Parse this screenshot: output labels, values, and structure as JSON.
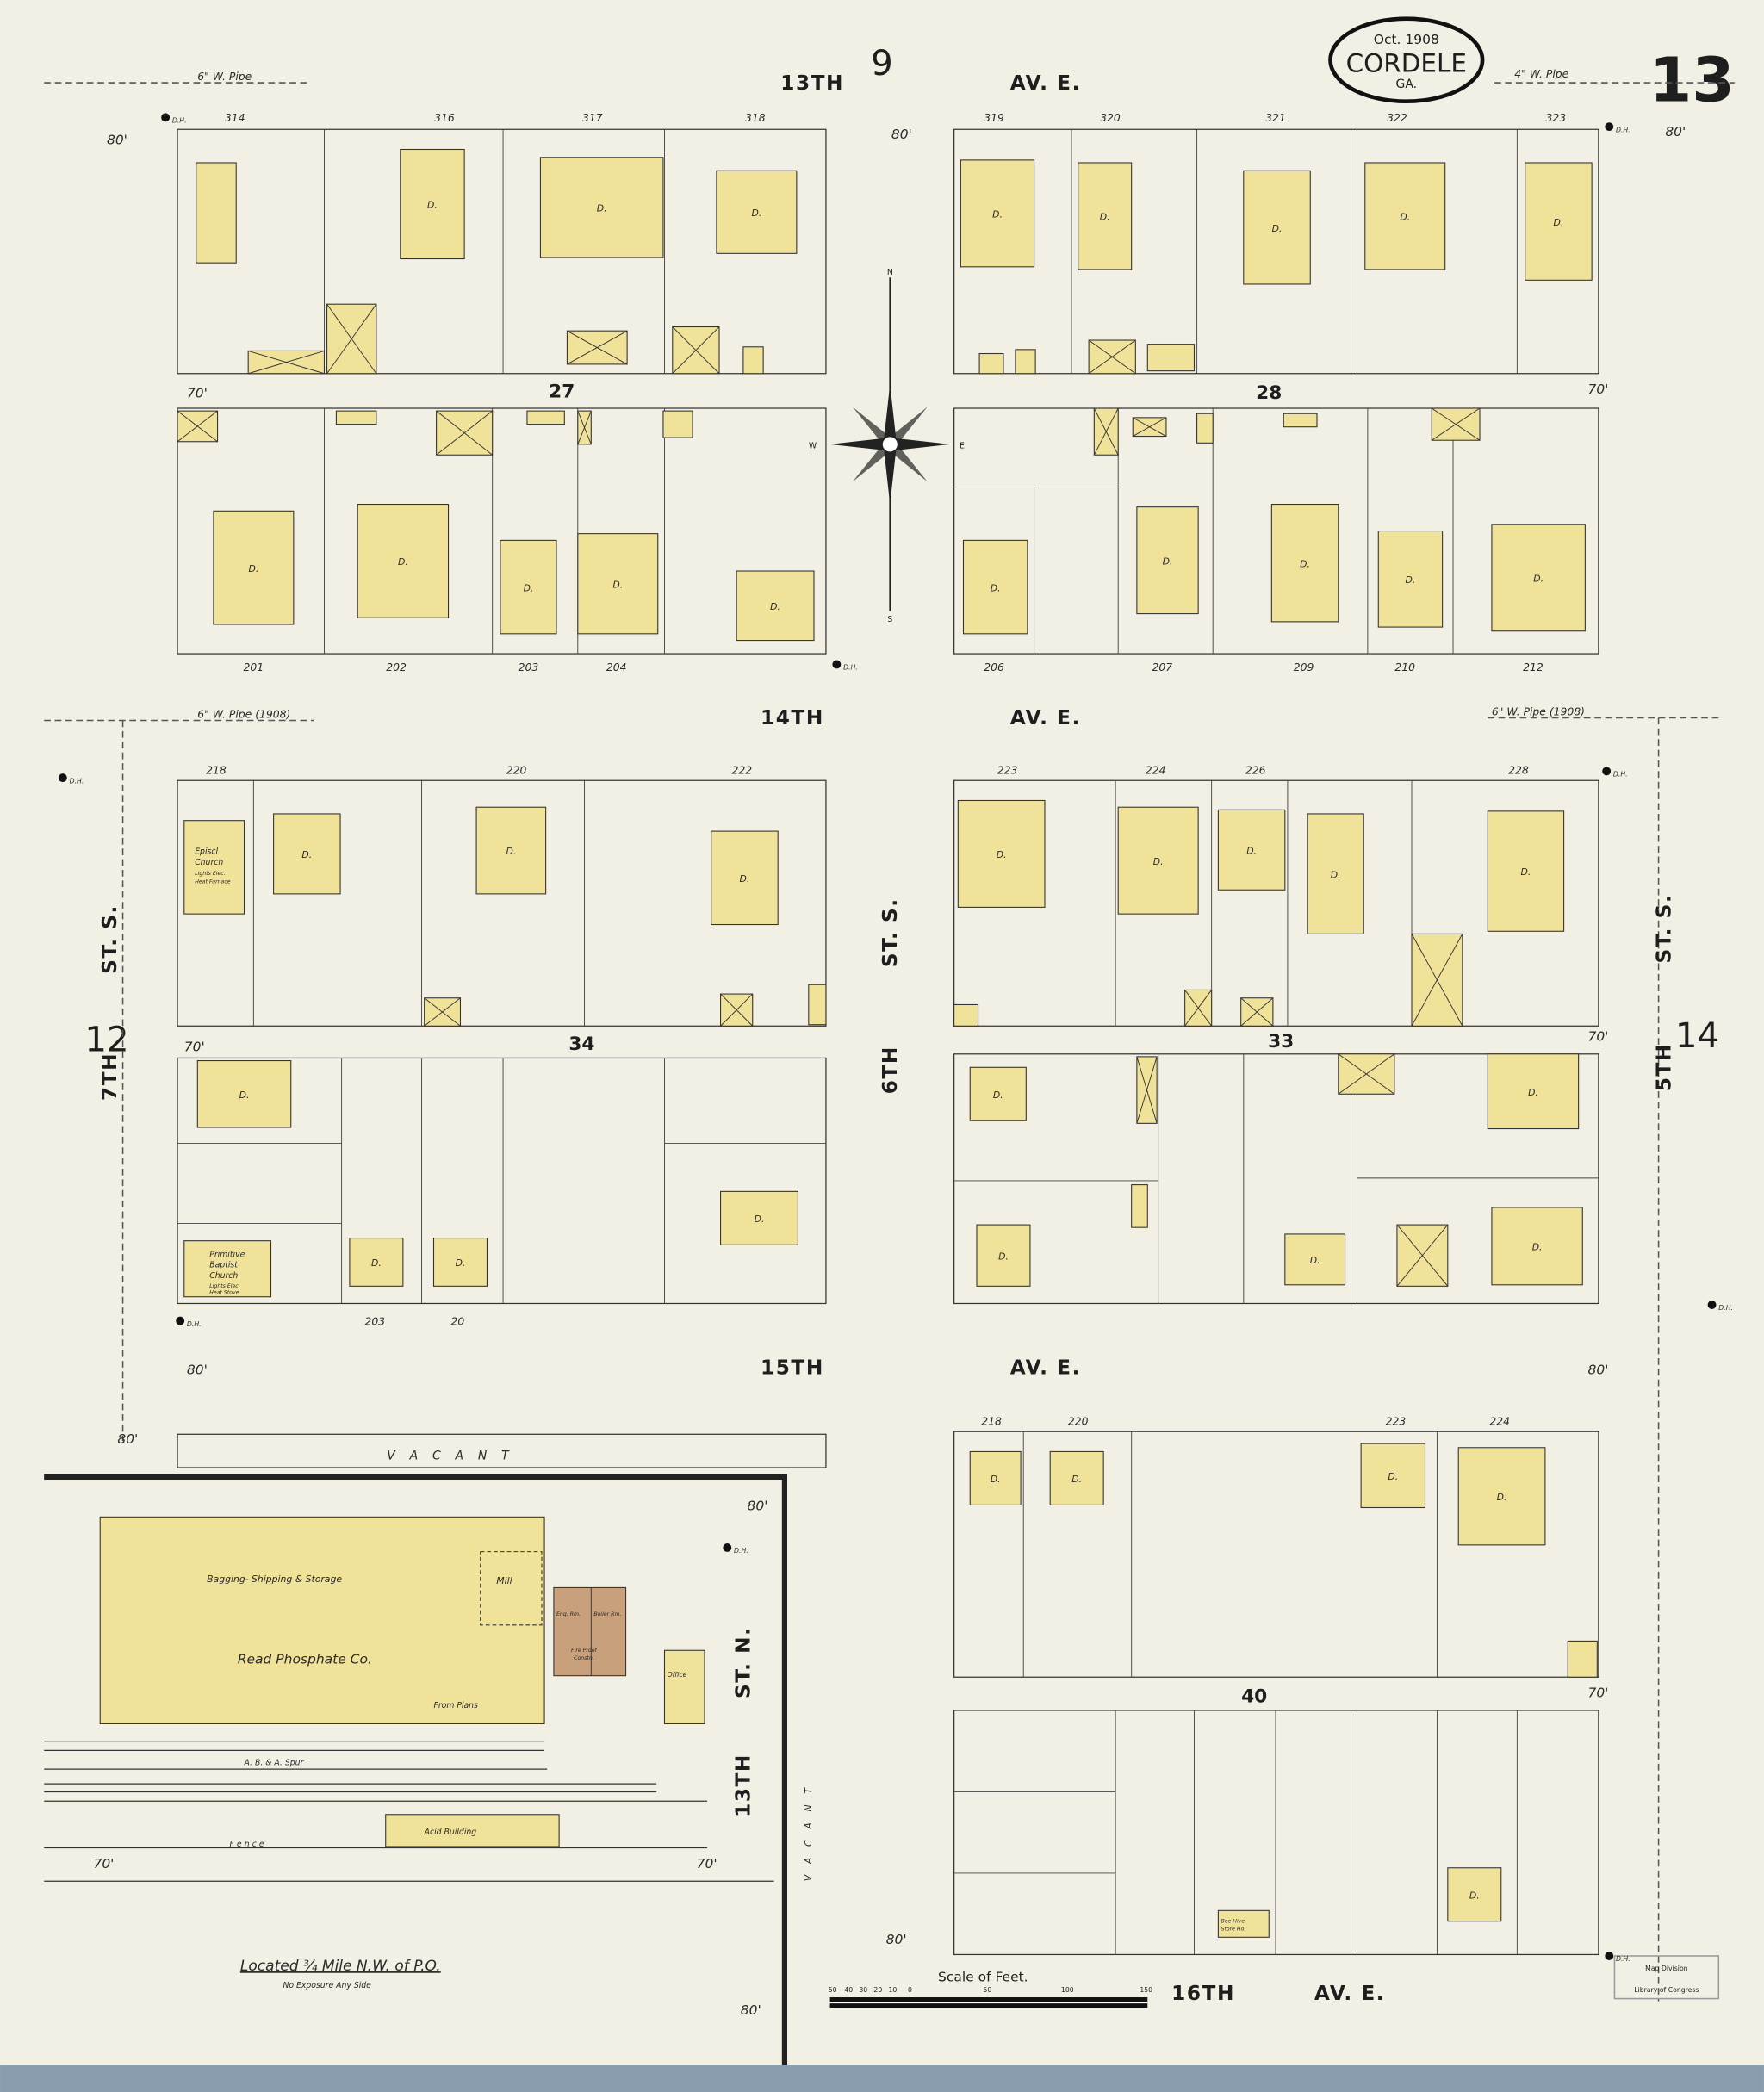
{
  "title": {
    "date": "Oct. 1908",
    "city": "CORDELE",
    "state": "GA."
  },
  "sheet_number": "13",
  "adjacent_sheets": {
    "north": "9",
    "west": "12",
    "east": "14"
  },
  "streets": {
    "av13": {
      "num": "13TH",
      "name": "AV. E."
    },
    "av14": {
      "num": "14TH",
      "name": "AV. E."
    },
    "av15": {
      "num": "15TH",
      "name": "AV. E."
    },
    "av16": {
      "num": "16TH",
      "name": "AV. E."
    },
    "st7": {
      "num": "7TH",
      "name": "ST. S."
    },
    "st6": {
      "num": "6TH",
      "name": "ST. S."
    },
    "st5": {
      "num": "5TH",
      "name": "ST. S."
    },
    "st13n": {
      "num": "13TH",
      "name": "ST. N."
    }
  },
  "blocks": [
    "27",
    "28",
    "34",
    "33",
    "40"
  ],
  "pipes": {
    "six_inch": "6\" W. Pipe",
    "six_inch_1908": "6\" W. Pipe (1908)",
    "four_inch": "4\" W. Pipe"
  },
  "widths": {
    "eighty": "80'",
    "seventy": "70'"
  },
  "fire_hydrant": "D.H.",
  "compass": {
    "n": "N",
    "s": "S",
    "e": "E",
    "w": "W"
  },
  "buildings": {
    "dwelling": "D.",
    "episcopal_church": [
      "Episcl",
      "Church",
      "Lights Elec.",
      "Heat Furnace"
    ],
    "baptist_church": [
      "Primitive",
      "Baptist",
      "Church",
      "Lights Elec.",
      "Heat Stove"
    ],
    "phosphate_co": "Read Phosphate Co.",
    "bagging": "Bagging- Shipping & Storage",
    "mill": "Mill",
    "from_plans": "From Plans",
    "eng_boiler": [
      "Eng. Rm.",
      "Boiler Rm.",
      "Fire Proof",
      "Constn."
    ],
    "office": "Office",
    "acid_building": "Acid Building",
    "bee_hive": [
      "Bee Hive",
      "Store Ho."
    ]
  },
  "vacant": "V A C A N T",
  "spur": "A. B. & A. Spur",
  "fence": "Fence",
  "location_note": "Located ¾ Mile N.W. of P.O.",
  "exposure_note": "No Exposure Any Side",
  "scale": {
    "title": "Scale of Feet.",
    "ticks": [
      "50",
      "40",
      "30",
      "20",
      "10",
      "0",
      "50",
      "100",
      "150"
    ]
  },
  "stamp": [
    "Map Division",
    "Library of Congress"
  ],
  "house_numbers": {
    "av13_north": [
      "314",
      "316",
      "317",
      "318",
      "319",
      "320",
      "321",
      "322",
      "323"
    ],
    "av14_south": [
      "201",
      "202",
      "203",
      "204",
      "206",
      "207",
      "209",
      "210",
      "212"
    ],
    "av14_north": [
      "218",
      "220",
      "222",
      "223",
      "224",
      "226",
      "228"
    ],
    "av15_south": [
      "203",
      "20"
    ],
    "av15_north": [
      "218",
      "220",
      "223",
      "224"
    ]
  },
  "colors": {
    "paper": "#f2f0e4",
    "frame": "#f1e29a",
    "brick": "#c9a07c",
    "ink": "#1e1e1e"
  }
}
